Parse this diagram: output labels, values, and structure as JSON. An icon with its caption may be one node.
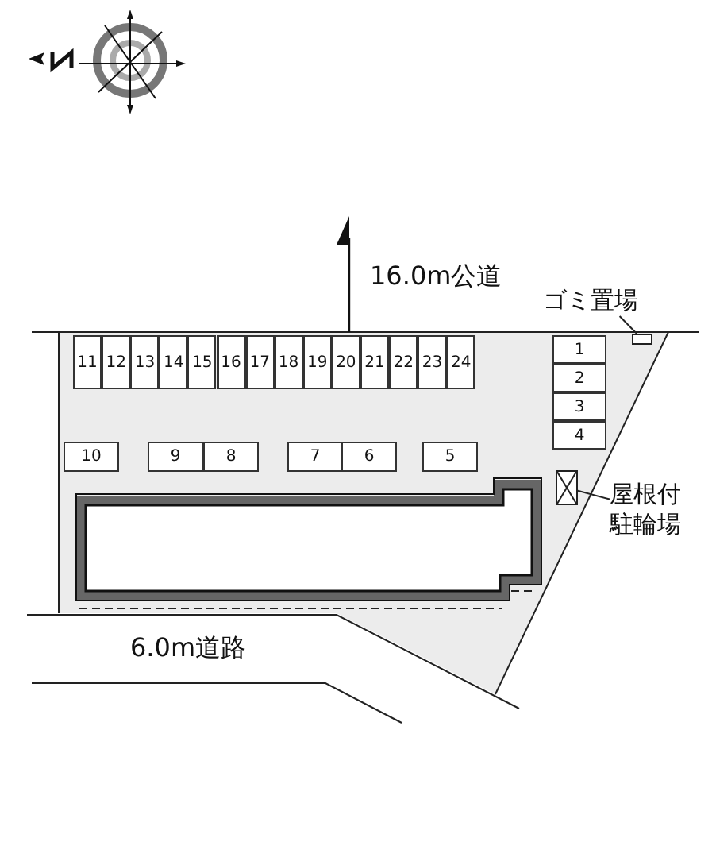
{
  "diagram": {
    "nodes": [
      {
        "text": [
          "11"
        ]
      },
      {
        "text": [
          "12"
        ]
      },
      {
        "text": [
          "13"
        ]
      },
      {
        "text": [
          "14"
        ]
      },
      {
        "text": [
          "15"
        ]
      },
      {
        "text": [
          "16"
        ]
      },
      {
        "text": [
          "17"
        ]
      },
      {
        "text": [
          "18"
        ]
      },
      {
        "text": [
          "19"
        ]
      },
      {
        "text": [
          "20"
        ]
      },
      {
        "text": [
          "21"
        ]
      },
      {
        "text": [
          "22"
        ]
      },
      {
        "text": [
          "23"
        ]
      },
      {
        "text": [
          "24"
        ]
      },
      {
        "text": [
          "1"
        ]
      },
      {
        "text": [
          "2"
        ]
      },
      {
        "text": [
          "3"
        ]
      },
      {
        "text": [
          "4"
        ]
      },
      {
        "text": [
          "10"
        ]
      },
      {
        "text": [
          "9"
        ]
      },
      {
        "text": [
          "8"
        ]
      },
      {
        "text": [
          "7"
        ]
      },
      {
        "text": [
          "6"
        ]
      },
      {
        "text": [
          "5"
        ]
      },
      {
        "text": [
          "ゴミ置場"
        ]
      },
      {
        "text": [],
        "shape": "box"
      },
      {
        "text": [
          "屋根付駐輪場"
        ]
      },
      {
        "text": [],
        "shape": "box"
      }
    ],
    "edges": [
      {
        "from": 24,
        "to": 25,
        "arrow": "none"
      },
      {
        "from": 26,
        "to": 27,
        "arrow": "none"
      }
    ],
    "labels": [
      "16.0m公道",
      "6.0m道路"
    ]
  }
}
